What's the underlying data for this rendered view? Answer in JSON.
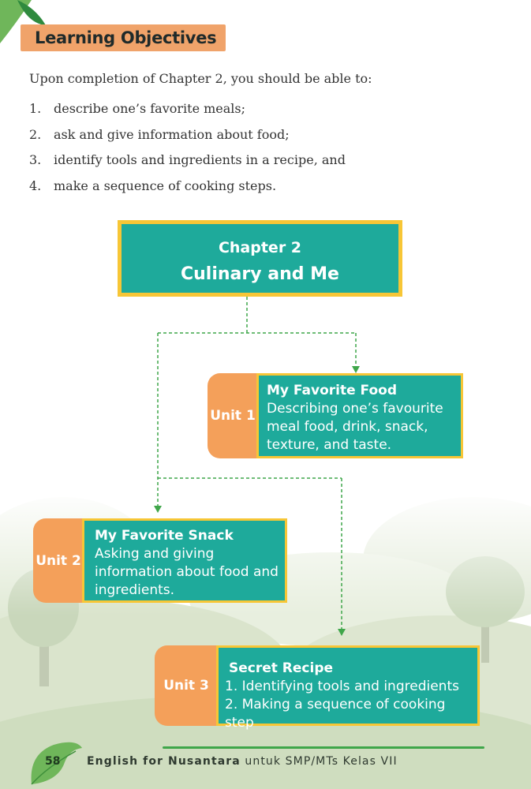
{
  "header": {
    "title": "Learning Objectives"
  },
  "intro": "Upon completion of Chapter 2, you should be able to:",
  "objectives": [
    {
      "num": "1.",
      "text": "describe one’s favorite meals;"
    },
    {
      "num": "2.",
      "text": "ask and give information about food;"
    },
    {
      "num": "3.",
      "text": "identify tools and ingredients in a recipe, and"
    },
    {
      "num": "4.",
      "text": "make a sequence of cooking steps."
    }
  ],
  "chapter": {
    "label": "Chapter 2",
    "title": "Culinary and Me"
  },
  "units": [
    {
      "tab": "Unit 1",
      "title": "My Favorite Food",
      "lines": [
        "Describing one’s favourite",
        "meal food, drink, snack,",
        "texture, and taste."
      ]
    },
    {
      "tab": "Unit 2",
      "title": "My Favorite Snack",
      "lines": [
        "Asking and giving",
        "information about food and",
        "ingredients."
      ]
    },
    {
      "tab": "Unit 3",
      "title": "Secret Recipe",
      "lines": [
        "1. Identifying tools and ingredients",
        "2. Making a sequence of cooking step"
      ]
    }
  ],
  "footer": {
    "page_number": "58",
    "book_title": "English for Nusantara",
    "book_subtitle": " untuk SMP/MTs Kelas VII"
  },
  "colors": {
    "teal": "#1eaa9b",
    "orange": "#f4a05a",
    "yellow_border": "#f7c636",
    "title_bg": "#f0a36a",
    "connector_green": "#3fa64a"
  }
}
